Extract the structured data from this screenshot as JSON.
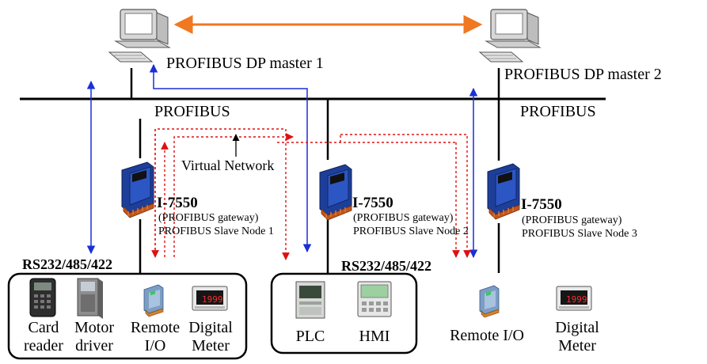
{
  "masters": [
    {
      "label": "PROFIBUS DP master 1"
    },
    {
      "label": "PROFIBUS DP master 2"
    }
  ],
  "bus": {
    "label_left": "PROFIBUS",
    "label_right": "PROFIBUS"
  },
  "virtual_network": {
    "label": "Virtual Network"
  },
  "gateways": [
    {
      "model": "I-7550",
      "role": "(PROFIBUS gateway)",
      "node": "PROFIBUS Slave Node 1"
    },
    {
      "model": "I-7550",
      "role": "(PROFIBUS gateway)",
      "node": "PROFIBUS Slave Node 2"
    },
    {
      "model": "I-7550",
      "role": "(PROFIBUS gateway)",
      "node": "PROFIBUS Slave Node 3"
    }
  ],
  "serial_labels": [
    "RS232/485/422",
    "RS232/485/422"
  ],
  "group1": [
    {
      "line1": "Card",
      "line2": "reader"
    },
    {
      "line1": "Motor",
      "line2": "driver"
    },
    {
      "line1": "Remote",
      "line2": "I/O"
    },
    {
      "line1": "Digital",
      "line2": "Meter"
    }
  ],
  "group2": [
    {
      "line1": "PLC"
    },
    {
      "line1": "HMI"
    }
  ],
  "group3": [
    {
      "line1": "Remote I/O"
    },
    {
      "line1": "Digital",
      "line2": "Meter"
    }
  ],
  "meter_reading": "1999",
  "colors": {
    "master_link": "#f07820",
    "serial_link": "#1a2fd6",
    "virtual_link": "#e01010",
    "gateway_body": "#1d3f9a"
  }
}
